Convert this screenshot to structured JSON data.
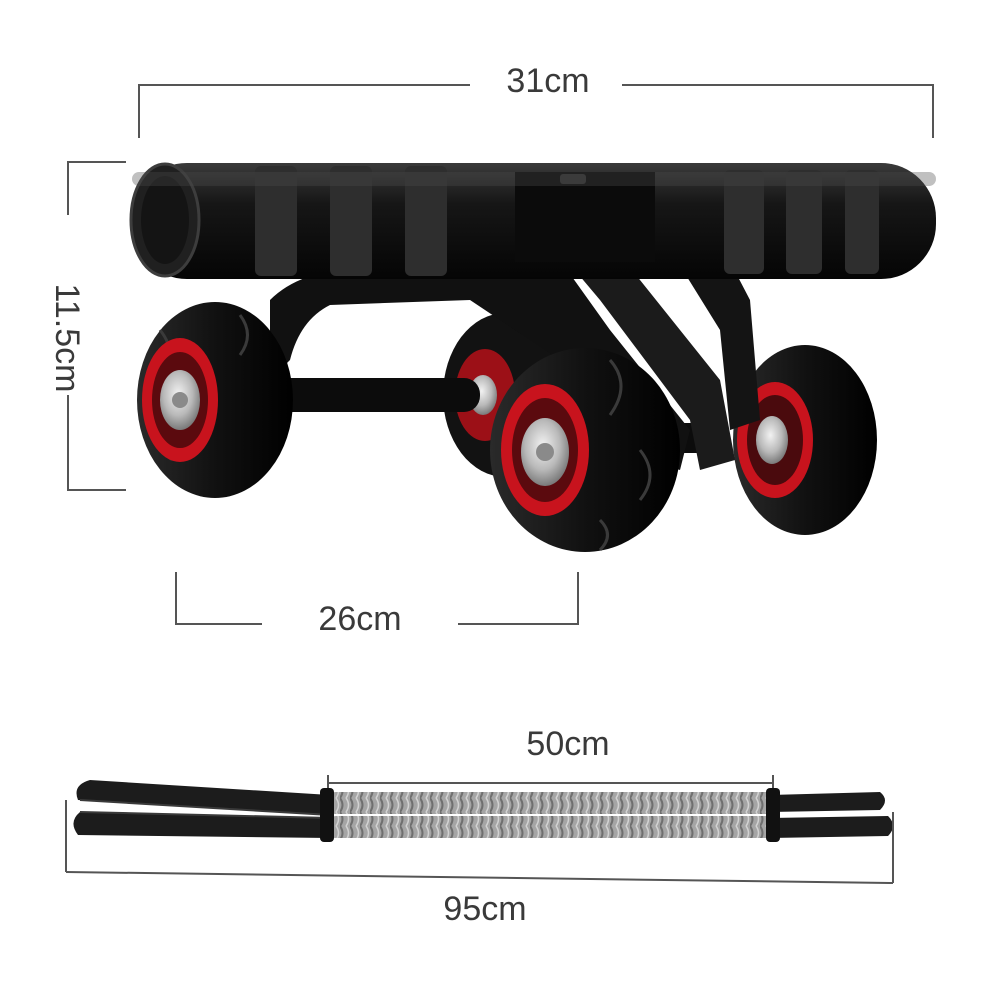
{
  "dimensions": {
    "roller_width": "31cm",
    "roller_height": "11.5cm",
    "wheel_span": "26cm",
    "band_stretch": "50cm",
    "band_length": "95cm"
  },
  "colors": {
    "roller_black": "#161616",
    "grip_gray": "#2e2e2e",
    "rim_red": "#c8131d",
    "hub_silver": "#c9c9c9",
    "band_gray": "#9a9a9a",
    "strap_black": "#1c1c1c",
    "dimension_line": "#555555"
  }
}
